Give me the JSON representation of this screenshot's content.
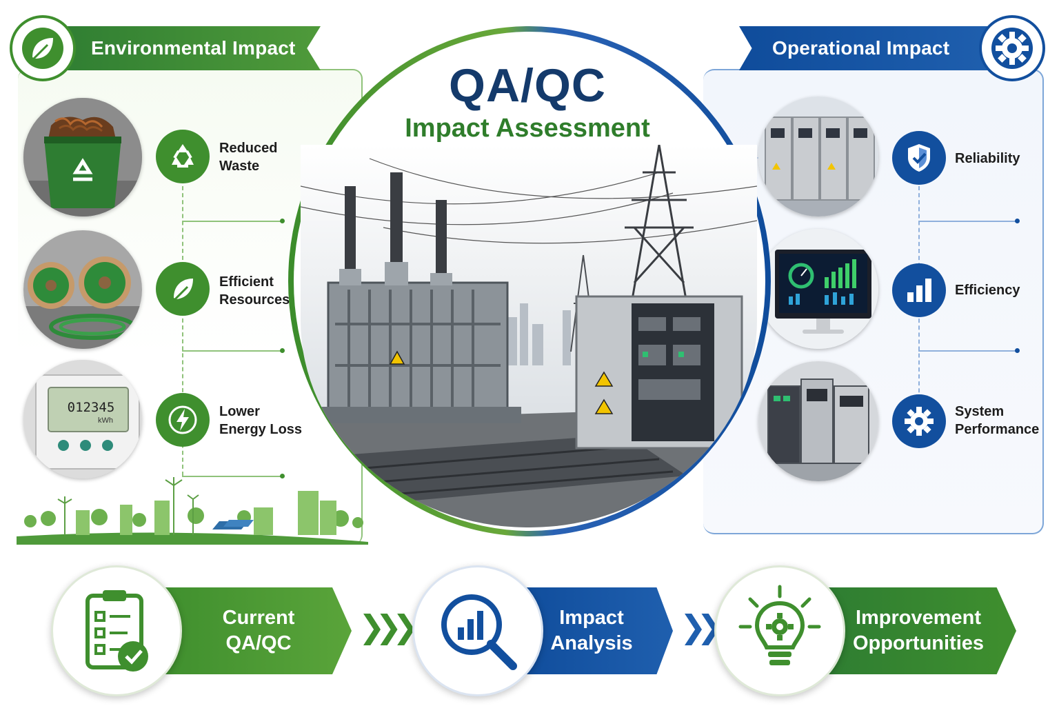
{
  "header": {
    "environmental_title": "Environmental Impact",
    "operational_title": "Operational Impact"
  },
  "center": {
    "title": "QA/QC",
    "subtitle": "Impact Assessment"
  },
  "environmental": {
    "items": [
      {
        "label": "Reduced\nWaste",
        "icon": "recycle-icon"
      },
      {
        "label": "Efficient\nResources",
        "icon": "leaf-icon"
      },
      {
        "label": "Lower\nEnergy Loss",
        "icon": "lightning-icon"
      }
    ],
    "meter_reading": "012345",
    "meter_unit": "kWh"
  },
  "operational": {
    "items": [
      {
        "label": "Reliability",
        "icon": "shield-check-icon"
      },
      {
        "label": "Efficiency",
        "icon": "bar-chart-icon"
      },
      {
        "label": "System\nPerformance",
        "icon": "gear-icon"
      }
    ]
  },
  "flow": {
    "steps": [
      {
        "label": "Current\nQA/QC",
        "icon": "clipboard-check-icon"
      },
      {
        "label": "Impact\nAnalysis",
        "icon": "magnifier-chart-icon"
      },
      {
        "label": "Improvement\nOpportunities",
        "icon": "lightbulb-gear-icon"
      }
    ]
  },
  "colors": {
    "green_dark": "#2e7d32",
    "green": "#3f8f2e",
    "blue_dark": "#0f4c9b",
    "navy_text": "#143a6b"
  }
}
